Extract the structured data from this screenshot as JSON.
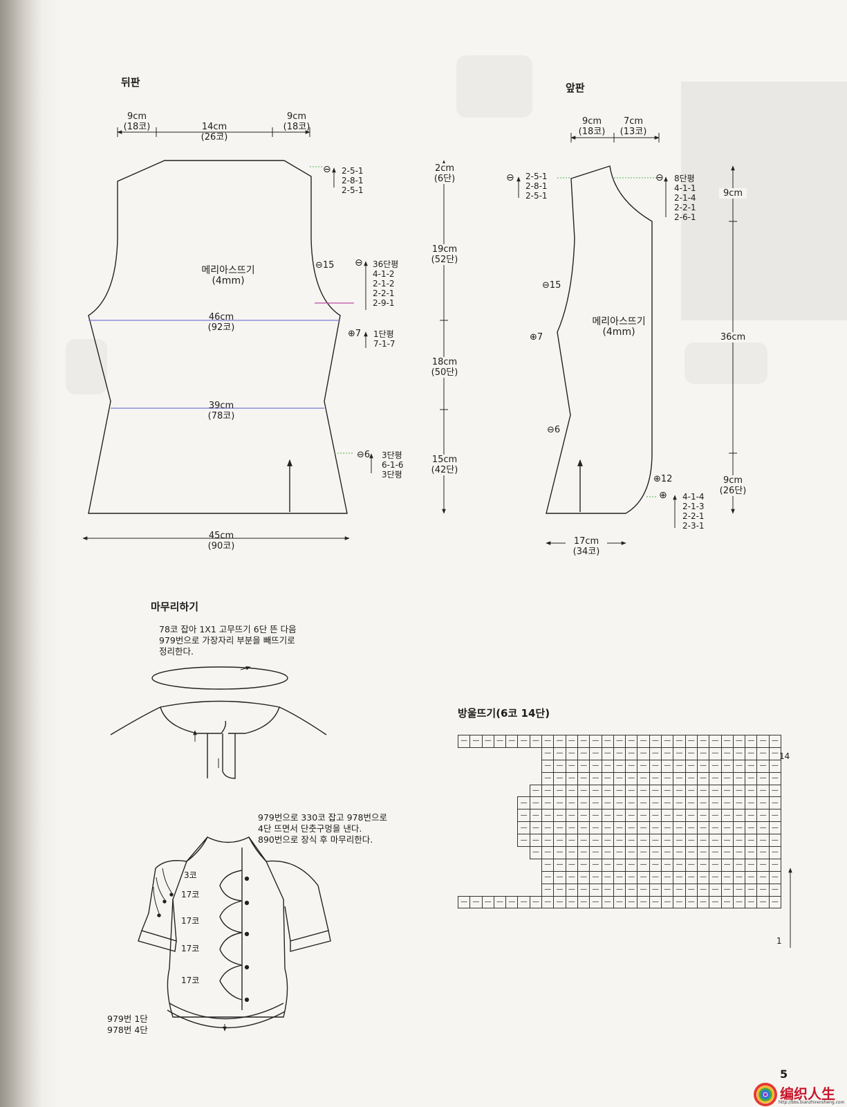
{
  "back": {
    "title": "뒤판",
    "top_widths": [
      {
        "cm": "9cm",
        "sts": "(18코)"
      },
      {
        "cm": "14cm",
        "sts": "(26코)"
      },
      {
        "cm": "9cm",
        "sts": "(18코)"
      }
    ],
    "fabric": "메리아스뜨기",
    "needle": "(4mm)",
    "bust": {
      "cm": "46cm",
      "sts": "(92코)"
    },
    "waist": {
      "cm": "39cm",
      "sts": "(78코)"
    },
    "hem": {
      "cm": "45cm",
      "sts": "(90코)"
    },
    "shoulder_sign": "⊖",
    "shoulder_steps": [
      "2-5-1",
      "2-8-1",
      "2-5-1"
    ],
    "armhole_mark": "⊖15",
    "armhole_steps": [
      "36단평",
      "4-1-2",
      "2-1-2",
      "2-2-1",
      "2-9-1"
    ],
    "armhole_sign": "⊖",
    "side_mark": "⊕7",
    "side_steps": [
      "1단평",
      "7-1-7"
    ],
    "hem_mark": "⊖6",
    "hem_steps": [
      "3단평",
      "6-1-6",
      "3단평"
    ],
    "heights": [
      {
        "cm": "2cm",
        "rows": "(6단)"
      },
      {
        "cm": "19cm",
        "rows": "(52단)"
      },
      {
        "cm": "18cm",
        "rows": "(50단)"
      },
      {
        "cm": "15cm",
        "rows": "(42단)"
      }
    ]
  },
  "front": {
    "title": "앞판",
    "top_widths": [
      {
        "cm": "9cm",
        "sts": "(18코)"
      },
      {
        "cm": "7cm",
        "sts": "(13코)"
      }
    ],
    "fabric": "메리아스뜨기",
    "needle": "(4mm)",
    "shoulder_steps": [
      "2-5-1",
      "2-8-1",
      "2-5-1"
    ],
    "shoulder_sign": "⊖",
    "neck_sign": "⊖",
    "neck_steps": [
      "8단평",
      "4-1-1",
      "2-1-4",
      "2-2-1",
      "2-6-1"
    ],
    "armhole_mark": "⊖15",
    "side_mark": "⊕7",
    "hem_mark": "⊖6",
    "curve_mark": "⊕12",
    "curve_sign": "⊕",
    "curve_steps": [
      "4-1-4",
      "2-1-3",
      "2-2-1",
      "2-3-1"
    ],
    "heights": [
      {
        "cm": "9cm",
        "rows": ""
      },
      {
        "cm": "36cm",
        "rows": ""
      },
      {
        "cm": "9cm",
        "rows": "(26단)"
      }
    ],
    "hem": {
      "cm": "17cm",
      "sts": "(34코)"
    }
  },
  "finishing": {
    "title": "마무리하기",
    "note1": [
      "78코 잡아 1X1 고무뜨기 6단 뜬 다음",
      "979번으로 가장자리 부분을 빼뜨기로",
      "정리한다."
    ],
    "note2": [
      "979번으로 330코 잡고 978번으로",
      "4단 뜨면서 단춧구멍을 낸다.",
      "890번으로 장식 후 마무리한다."
    ],
    "scallop_counts": [
      "3코",
      "17코",
      "17코",
      "17코",
      "17코"
    ],
    "edge_note": [
      "979번 1단",
      "978번 4단"
    ]
  },
  "chart": {
    "title": "방울뜨기(6코 14단)",
    "row_top": "14",
    "row_bottom": "1",
    "stitch_symbol": "—",
    "grid_rows": 14,
    "grid_cols": 27,
    "lit_from": [
      27,
      20,
      20,
      20,
      21,
      22,
      22,
      22,
      22,
      21,
      20,
      20,
      20,
      27
    ]
  },
  "page_number": "5",
  "watermark": {
    "brand": "编织人生",
    "url": "http://bbs.bianzhirensheng.com"
  }
}
